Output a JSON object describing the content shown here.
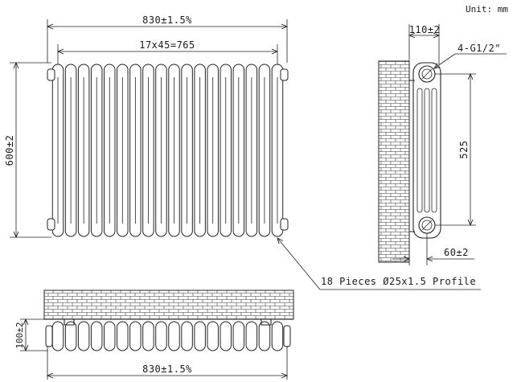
{
  "unit_label": "Unit: mm",
  "front_view": {
    "overall_width": "830±1.5%",
    "centers": "17x45=765",
    "height": "600±2"
  },
  "side_view": {
    "depth": "110±2",
    "connection": "4-G1/2\"",
    "vertical_centers": "525",
    "wall_gap": "60±2"
  },
  "profile_note": "18 Pieces Ø25x1.5 Profile",
  "top_view": {
    "depth": "100±2",
    "overall_width": "830±1.5%"
  },
  "sections": 18
}
